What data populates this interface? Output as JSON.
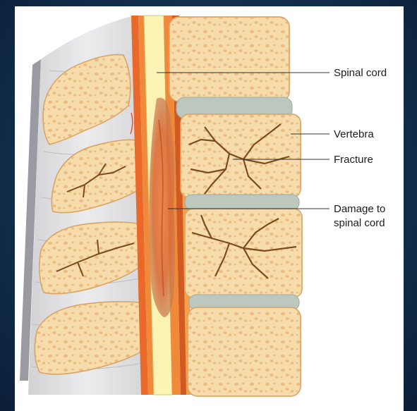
{
  "labels": {
    "spinal_cord": "Spinal cord",
    "vertebra": "Vertebra",
    "fracture": "Fracture",
    "damage_line1": "Damage to",
    "damage_line2": "spinal cord"
  },
  "colors": {
    "background": "#12304f",
    "bone": "#f7dcab",
    "bone_spots": "#eab77c",
    "disc": "#bcc7bd",
    "cord": "#faf3b4",
    "dura": "#e8692a",
    "damage": "#d9733f",
    "ligament": "#dcdcdc",
    "fracture": "#7a4b1f"
  }
}
